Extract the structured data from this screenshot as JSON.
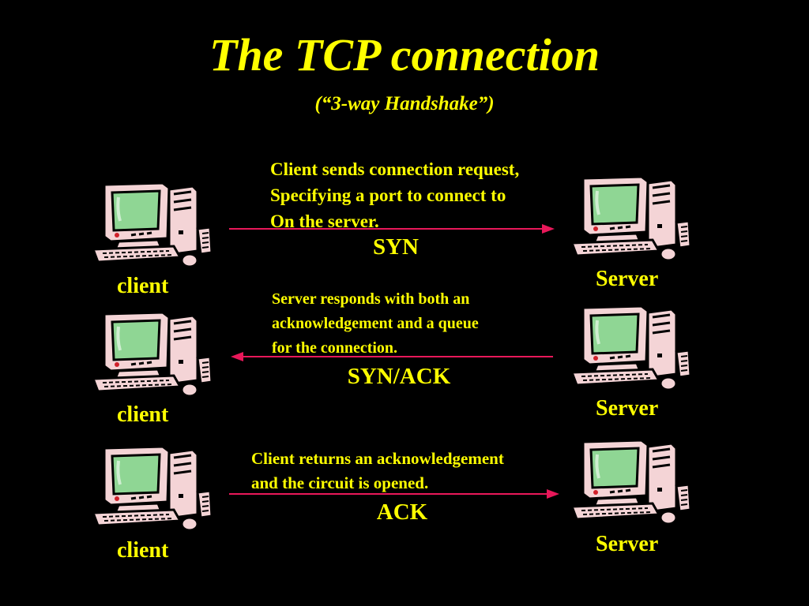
{
  "title": "The TCP connection",
  "subtitle": "(“3-way Handshake”)",
  "colors": {
    "background": "#000000",
    "text": "#ffff00",
    "arrow": "#e8185a",
    "screen": "#8fd694",
    "case": "#f4d4d6"
  },
  "icons": [
    "computer-icon"
  ],
  "steps": [
    {
      "client_label": "client",
      "server_label": "Server",
      "description": [
        "Client sends connection request,",
        "Specifying a port to connect to",
        "On the server."
      ],
      "message": "SYN",
      "direction": "client-to-server"
    },
    {
      "client_label": "client",
      "server_label": "Server",
      "description": [
        "Server responds with both an",
        "acknowledgement and a queue",
        "for the connection."
      ],
      "message": "SYN/ACK",
      "direction": "server-to-client"
    },
    {
      "client_label": "client",
      "server_label": "Server",
      "description": [
        "Client returns an acknowledgement",
        "and the circuit is opened."
      ],
      "message": "ACK",
      "direction": "client-to-server"
    }
  ]
}
